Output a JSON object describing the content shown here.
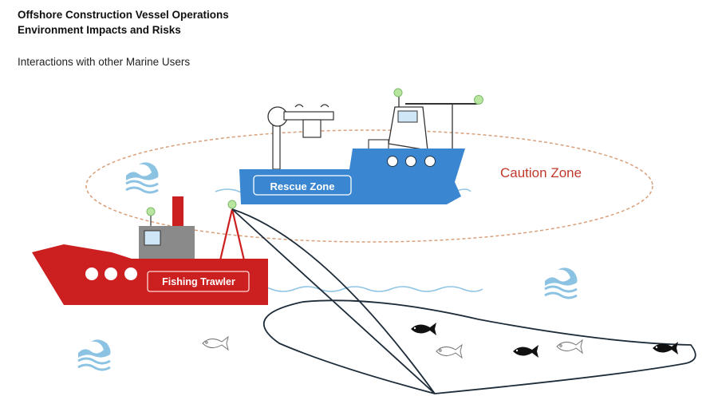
{
  "header": {
    "title_line1": "Offshore Construction Vessel Operations",
    "title_line2": "Environment Impacts and Risks",
    "subtitle": "Interactions with other Marine Users"
  },
  "diagram": {
    "zone_label": "Caution Zone",
    "rescue_vessel_label": "Rescue Zone",
    "trawler_label": "Fishing Trawler"
  },
  "colors": {
    "caution_text": "#c0392b",
    "caution_ellipse": "#d9a07a",
    "rescue_vessel": "#3b86d0",
    "trawler": "#cc1f1f",
    "wave": "#6fb0d8",
    "light": "#b8e6a0",
    "net": "#1f2d3a"
  }
}
